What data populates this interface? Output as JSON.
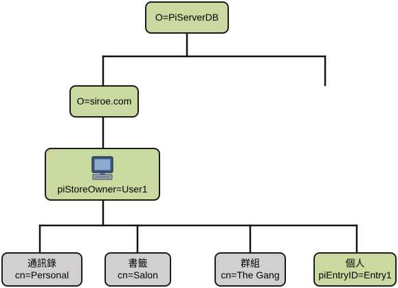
{
  "diagram": {
    "root": {
      "label": "O=PiServerDB"
    },
    "organization": {
      "label": "O=siroe.com"
    },
    "owner": {
      "label": "piStoreOwner=User1",
      "icon": "computer-icon"
    },
    "leaves": [
      {
        "line1": "通訊錄",
        "line2": "cn=Personal",
        "color": "gray"
      },
      {
        "line1": "書籤",
        "line2": "cn=Salon",
        "color": "gray"
      },
      {
        "line1": "群組",
        "line2": "cn=The Gang",
        "color": "gray"
      },
      {
        "line1": "個人",
        "line2": "piEntryID=Entry1",
        "color": "green"
      }
    ],
    "colors": {
      "green_fill": "#c9d9a0",
      "gray_fill": "#d2d0cf",
      "stroke": "#1a1a1a"
    }
  }
}
